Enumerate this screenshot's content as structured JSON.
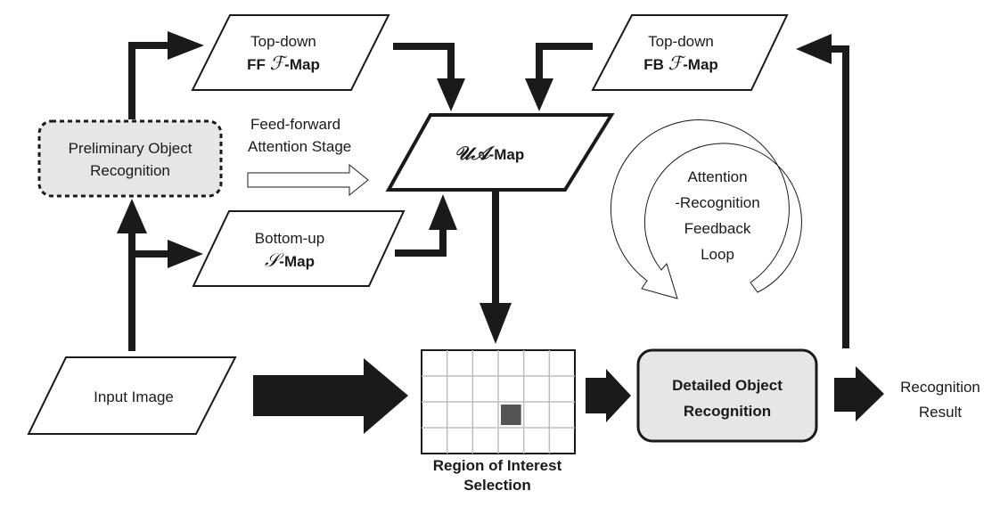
{
  "nodes": {
    "ff_map": {
      "line1": "Top-down",
      "prefix": "FF",
      "glyph": "ℱ",
      "suffix": "-Map"
    },
    "fb_map": {
      "line1": "Top-down",
      "prefix": "FB",
      "glyph": "ℱ",
      "suffix": "-Map"
    },
    "ua_map": {
      "glyph": "𝒰𝒜",
      "suffix": "-Map"
    },
    "s_map": {
      "line1": "Bottom-up",
      "glyph": "𝒮",
      "suffix": "-Map"
    },
    "preliminary": {
      "line1": "Preliminary Object",
      "line2": "Recognition"
    },
    "input_image": {
      "label": "Input Image"
    },
    "roi": {
      "line1": "Region of Interest",
      "line2": "Selection",
      "grid_cols": 6,
      "grid_rows": 4,
      "highlight_col": 4,
      "highlight_row": 3
    },
    "detailed": {
      "line1": "Detailed Object",
      "line2": "Recognition"
    },
    "result": {
      "line1": "Recognition",
      "line2": "Result"
    }
  },
  "annotations": {
    "feed_forward": {
      "line1": "Feed-forward",
      "line2": "Attention Stage"
    },
    "feedback_loop": {
      "line1": "Attention",
      "line2": "-Recognition",
      "line3": "Feedback",
      "line4": "Loop"
    }
  },
  "colors": {
    "stroke": "#1a1a1a",
    "box_fill": "#e6e6e6",
    "roi_grid": "#bdbdbd",
    "roi_highlight": "#555555"
  }
}
